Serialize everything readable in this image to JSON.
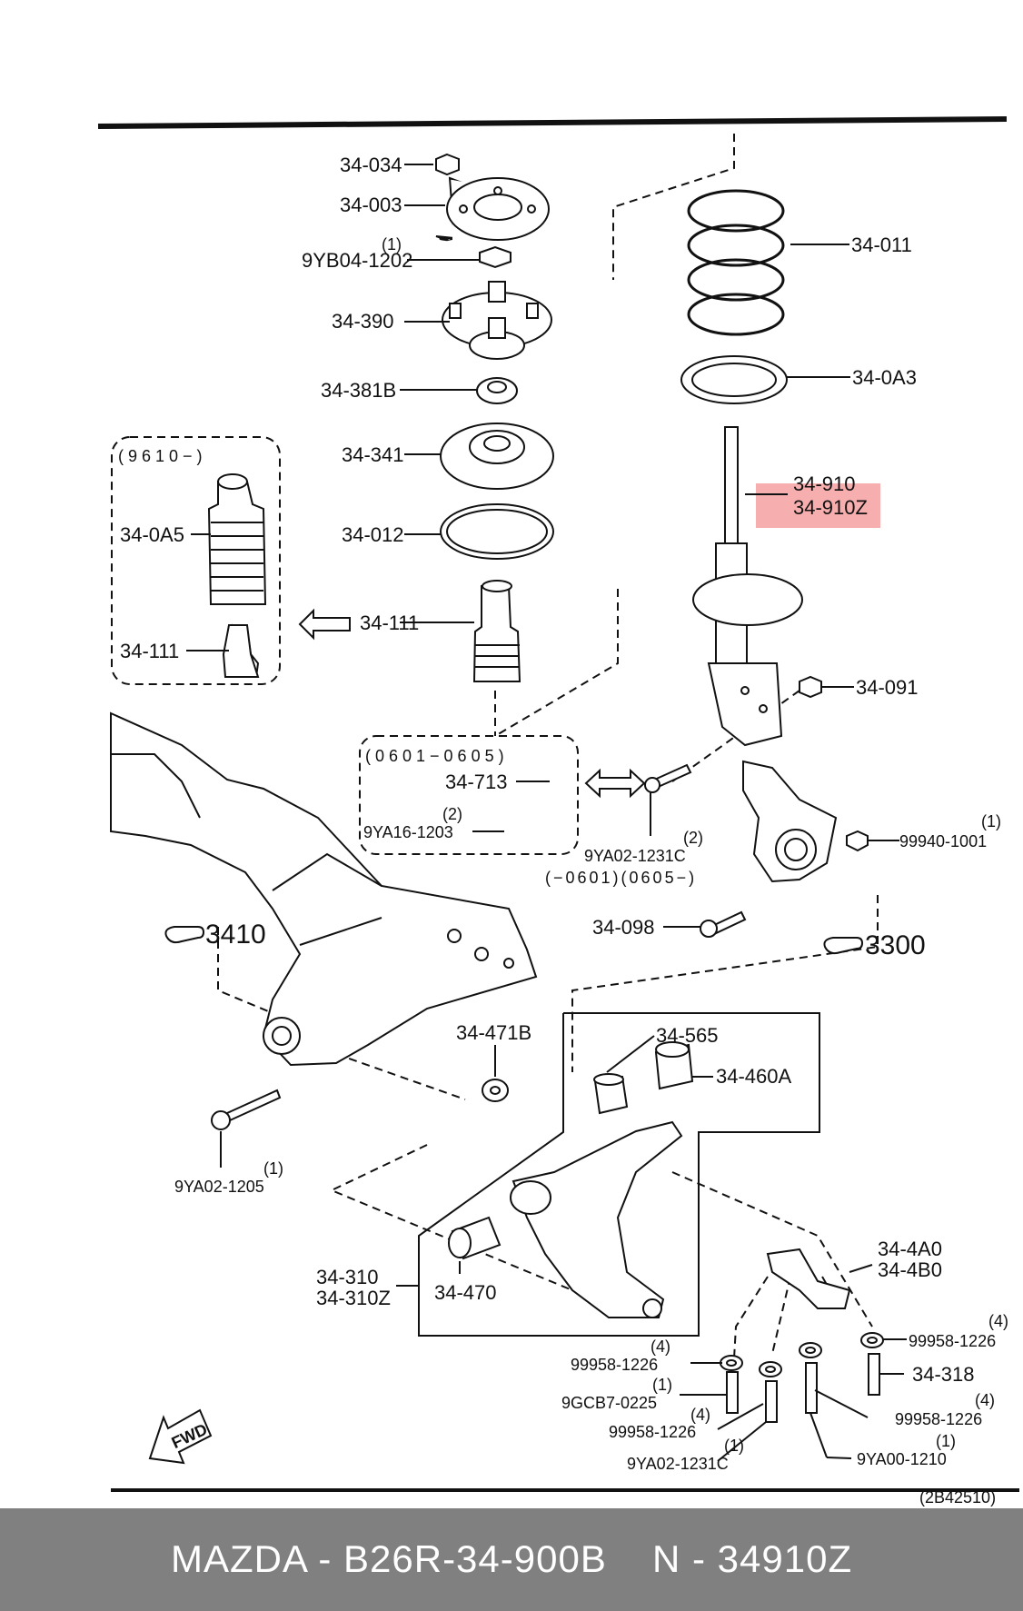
{
  "colors": {
    "highlight": "#f4a0a0",
    "footer_bg": "#808080",
    "footer_text": "#ffffff",
    "ink": "#111111"
  },
  "icons": [
    "pointing-hand-icon",
    "fwd-arrow-icon",
    "hatched-arrow-icon",
    "double-hatched-arrow-icon"
  ],
  "diagram_code": "(2B42510)",
  "labels": {
    "p34034": "34-034",
    "p34003": "34-003",
    "q1a": "(1)",
    "p9YB041202": "9YB04-1202",
    "p34390": "34-390",
    "p34381B": "34-381B",
    "p34341": "34-341",
    "p34012": "34-012",
    "p34111_center": "34-111",
    "p34011": "34-011",
    "p340A3": "34-0A3",
    "p34910": "34-910",
    "p34910Z": "34-910Z",
    "p34091": "34-091",
    "box1_range": "(9610−)",
    "p340A5": "34-0A5",
    "p34111_box": "34-111",
    "box2_range": "(0601−0605)",
    "p34713": "34-713",
    "q2a": "(2)",
    "p9YA161203": "9YA16-1203",
    "q2b": "(2)",
    "p9YA021231C_top": "9YA02-1231C",
    "range_note": "(−0601)(0605−)",
    "q1b": "(1)",
    "p999401001": "99940-1001",
    "p34098": "34-098",
    "ref3410": "3410",
    "ref3300": "3300",
    "p34471B": "34-471B",
    "p34565": "34-565",
    "p34460A": "34-460A",
    "q1c": "(1)",
    "p9YA021205": "9YA02-1205",
    "p34310": "34-310",
    "p34310Z": "34-310Z",
    "p34470": "34-470",
    "p344A0": "34-4A0",
    "p344B0": "34-4B0",
    "q4a": "(4)",
    "p999581226_r1": "99958-1226",
    "p34318": "34-318",
    "q4b": "(4)",
    "p999581226_r2": "99958-1226",
    "q1d": "(1)",
    "p9YA001210": "9YA00-1210",
    "q4c": "(4)",
    "p999581226_l1": "99958-1226",
    "q1e": "(1)",
    "p9GCB70225": "9GCB7-0225",
    "q4d": "(4)",
    "p999581226_l2": "99958-1226",
    "q1f": "(1)",
    "p9YA021231C_bot": "9YA02-1231C",
    "fwd": "FWD"
  },
  "footer": {
    "left": "MAZDA - B26R-34-900B",
    "right": "N - 34910Z"
  }
}
